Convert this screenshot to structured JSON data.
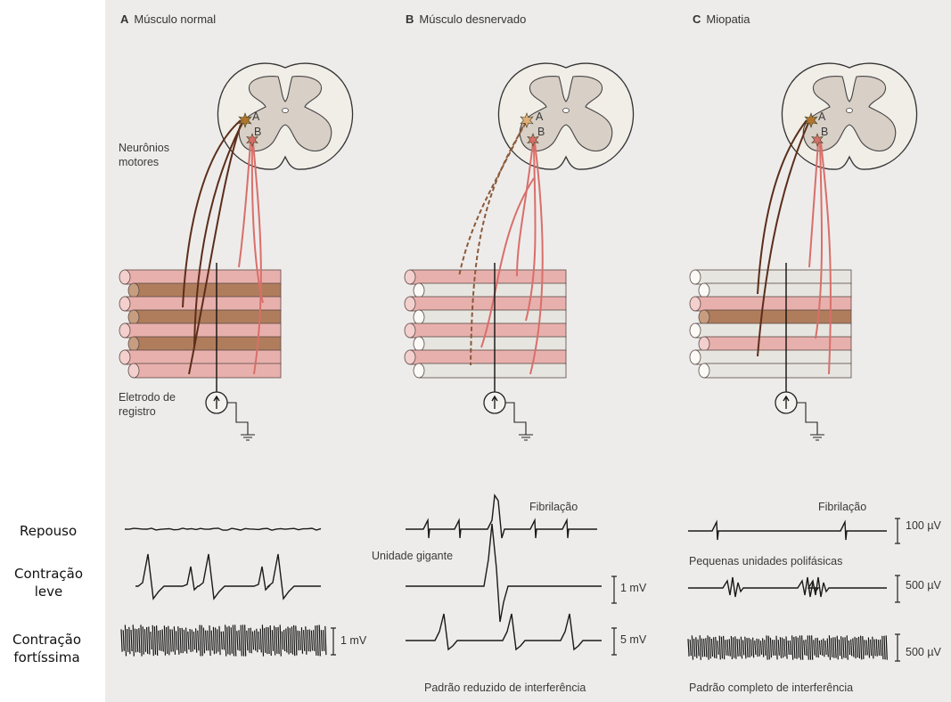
{
  "panels": [
    {
      "letter": "A",
      "title": "Músculo normal"
    },
    {
      "letter": "B",
      "title": "Músculo desnervado"
    },
    {
      "letter": "C",
      "title": "Miopatia"
    }
  ],
  "neuron_labels": {
    "a": "A",
    "b": "B"
  },
  "labels": {
    "motor_neurons": [
      "Neurônios",
      "motores"
    ],
    "electrode": [
      "Eletrodo de",
      "registro"
    ]
  },
  "row_labels": {
    "rest": "Repouso",
    "light": [
      "Contração",
      "leve"
    ],
    "strong": [
      "Contração",
      "fortíssima"
    ]
  },
  "trace_labels": {
    "fib_b": "Fibrilação",
    "giant": "Unidade gigante",
    "fib_c": "Fibrilação",
    "small_poly": "Pequenas unidades polifásicas",
    "reduced": "Padrão reduzido de interferência",
    "complete": "Padrão completo de interferência"
  },
  "scale_bars": {
    "a_strong": "1 mV",
    "b_light": "1 mV",
    "b_strong": "5 mV",
    "c_rest": "100 µV",
    "c_light": "500 µV",
    "c_strong": "500 µV"
  },
  "colors": {
    "neuron_a": "#5b2e1a",
    "neuron_b": "#d86f6a",
    "fiber_pink": "#e8b0ad",
    "fiber_brown": "#b07d5c",
    "fiber_pale": "#e7e5e0",
    "cord": "#f1ede7",
    "grey_matter": "#d8cfc6"
  }
}
